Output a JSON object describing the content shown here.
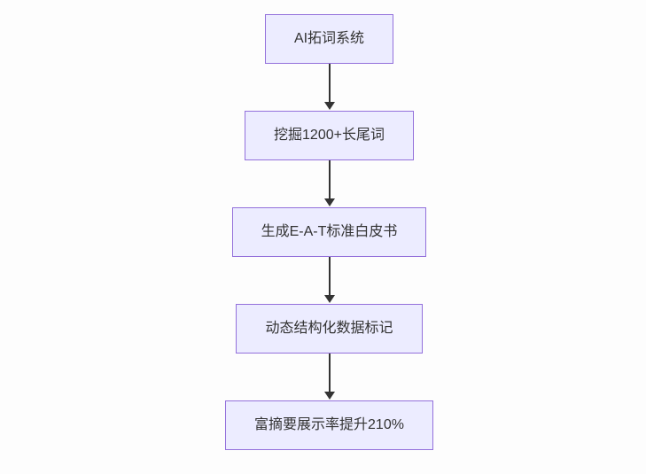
{
  "flowchart": {
    "type": "flowchart-vertical",
    "nodes": [
      {
        "id": "A",
        "label": "AI拓词系统"
      },
      {
        "id": "B",
        "label": "挖掘1200+长尾词"
      },
      {
        "id": "C",
        "label": "生成E-A-T标准白皮书"
      },
      {
        "id": "D",
        "label": "动态结构化数据标记"
      },
      {
        "id": "E",
        "label": "富摘要展示率提升210%"
      }
    ],
    "edges": [
      {
        "from": "A",
        "to": "B",
        "style": "arrow-down"
      },
      {
        "from": "B",
        "to": "C",
        "style": "arrow-down"
      },
      {
        "from": "C",
        "to": "D",
        "style": "arrow-down"
      },
      {
        "from": "D",
        "to": "E",
        "style": "arrow-down"
      }
    ],
    "colors": {
      "node_fill": "#ECECFF",
      "node_border": "#9370DB",
      "text": "#333333",
      "edge": "#333333",
      "background": "#fdfdfd"
    }
  }
}
